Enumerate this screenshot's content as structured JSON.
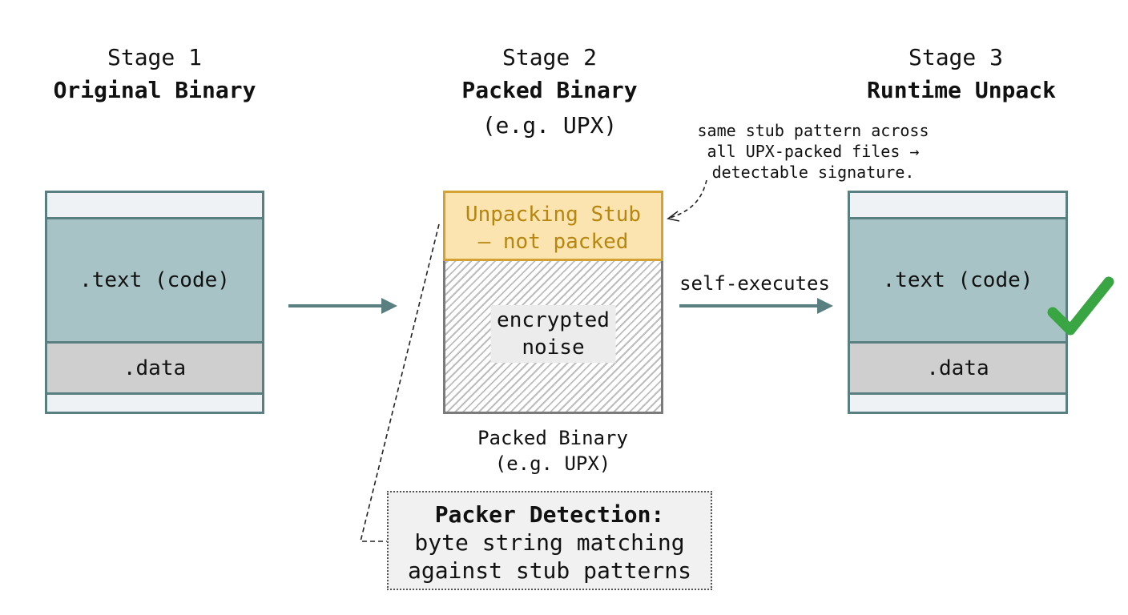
{
  "stages": [
    {
      "stage": "Stage 1",
      "name": "Original Binary"
    },
    {
      "stage": "Stage 2",
      "name": "Packed Binary",
      "subtitle": "(e.g. UPX)"
    },
    {
      "stage": "Stage 3",
      "name": "Runtime Unpack"
    }
  ],
  "original": {
    "text": ".text (code)",
    "data": ".data"
  },
  "packed": {
    "stub_line1": "Unpacking Stub",
    "stub_line2": "— not packed",
    "noise_line1": "encrypted",
    "noise_line2": "noise",
    "caption_line1": "Packed Binary",
    "caption_line2": "(e.g. UPX)"
  },
  "unpacked": {
    "text": ".text (code)",
    "data": ".data"
  },
  "arrows": {
    "self_exec_label": "self-executes"
  },
  "note": {
    "line1": "same stub pattern across",
    "line2": "all UPX-packed files →",
    "line3": "detectable signature."
  },
  "detection": {
    "title": "Packer Detection:",
    "line1": "byte string matching",
    "line2": "against stub patterns"
  },
  "colors": {
    "frame": "#5a7f80",
    "code": "#a8c3c6",
    "data": "#cfcfcf",
    "stub_fill": "#fbe4b0",
    "stub_border": "#d4a233",
    "check": "#3aa543"
  },
  "icons": [
    "checkmark-icon"
  ]
}
